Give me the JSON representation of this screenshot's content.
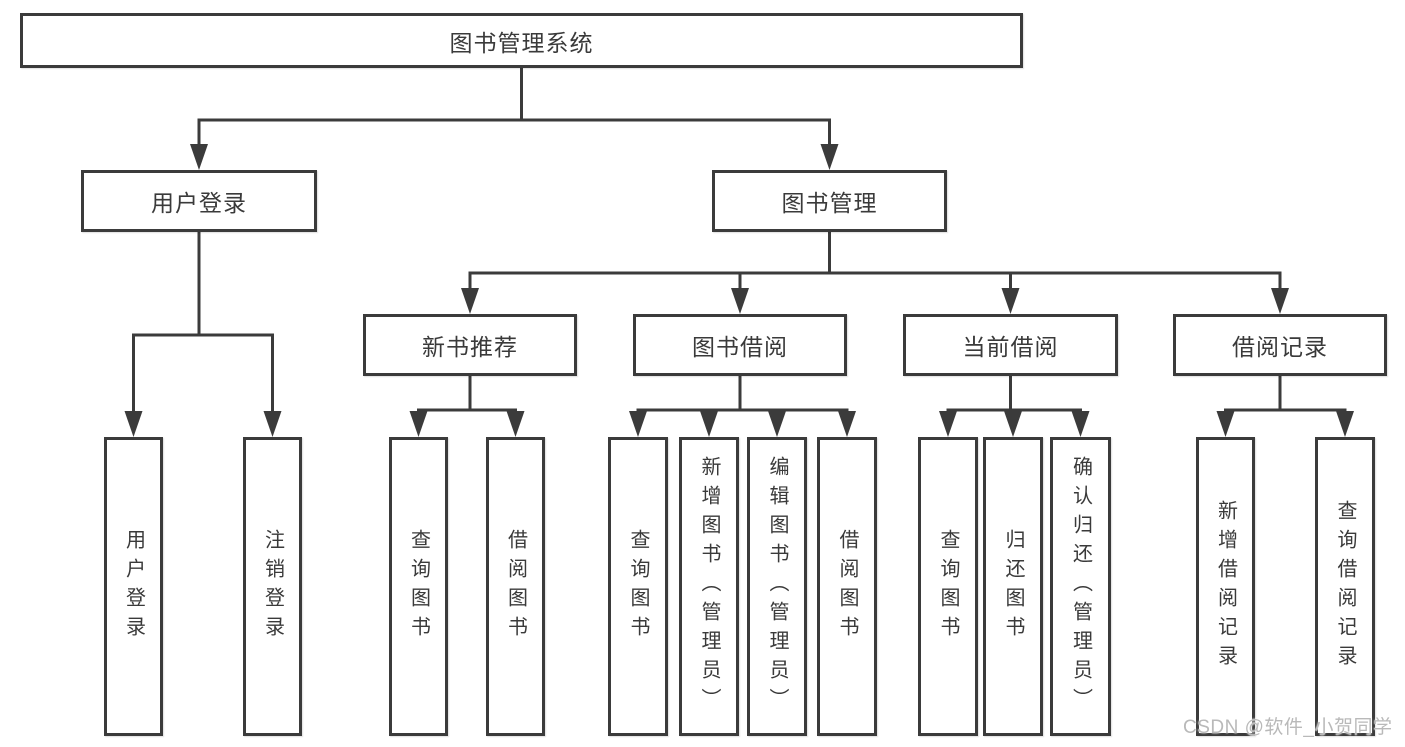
{
  "watermark": "CSDN @软件_小贺同学",
  "colors": {
    "line": "#3b3b3b",
    "text": "#3a3a3a",
    "background": "#ffffff",
    "watermark": "#b9b9b9"
  },
  "tree": {
    "root": {
      "label": "图书管理系统"
    },
    "branches": [
      {
        "label": "用户登录",
        "children": [
          {
            "label": "用户登录"
          },
          {
            "label": "注销登录"
          }
        ]
      },
      {
        "label": "图书管理",
        "groups": [
          {
            "label": "新书推荐",
            "children": [
              {
                "label": "查询图书"
              },
              {
                "label": "借阅图书"
              }
            ]
          },
          {
            "label": "图书借阅",
            "children": [
              {
                "label": "查询图书"
              },
              {
                "label": "新增图书（管理员）"
              },
              {
                "label": "编辑图书（管理员）"
              },
              {
                "label": "借阅图书"
              }
            ]
          },
          {
            "label": "当前借阅",
            "children": [
              {
                "label": "查询图书"
              },
              {
                "label": "归还图书"
              },
              {
                "label": "确认归还（管理员）"
              }
            ]
          },
          {
            "label": "借阅记录",
            "children": [
              {
                "label": "新增借阅记录"
              },
              {
                "label": "查询借阅记录"
              }
            ]
          }
        ]
      }
    ]
  }
}
